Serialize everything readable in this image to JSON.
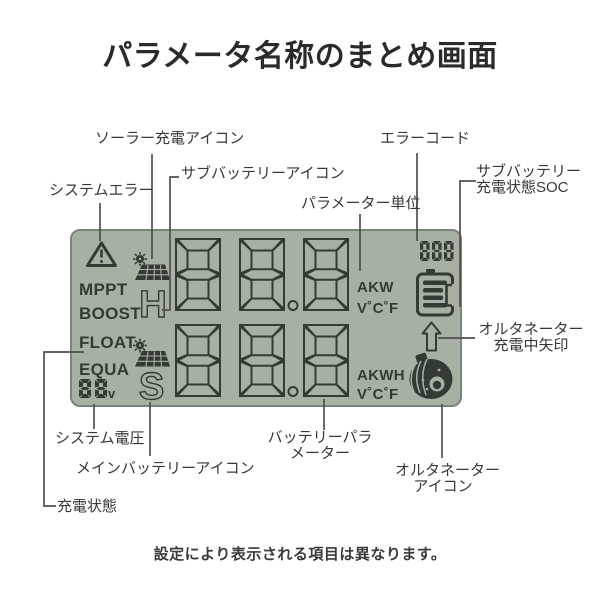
{
  "title": "パラメータ名称のまとめ画面",
  "footer": "設定により表示される項目は異なります。",
  "colors": {
    "lcd_bg": "#a7b1a3",
    "lcd_border": "#79847a",
    "lcd_dark": "#343b35",
    "leader_line": "#4f4f4f",
    "label_text": "#383838"
  },
  "labels": {
    "solar_charge_icon": "ソーラー充電アイコン",
    "sub_battery_icon": "サブバッテリーアイコン",
    "system_error": "システムエラー",
    "error_code": "エラーコード",
    "parameter_unit": "パラメーター単位",
    "sub_battery_soc_line1": "サブバッテリー",
    "sub_battery_soc_line2": "充電状態SOC",
    "alternator_arrow_line1": "オルタネーター",
    "alternator_arrow_line2": "充電中矢印",
    "system_voltage": "システム電圧",
    "main_battery_icon": "メインバッテリーアイコン",
    "battery_parameter_line1": "バッテリーパラ",
    "battery_parameter_line2": "メーター",
    "alternator_icon_line1": "オルタネーター",
    "alternator_icon_line2": "アイコン",
    "charge_state": "充電状態"
  },
  "lcd": {
    "modes": [
      "MPPT",
      "BOOST",
      "FLOAT",
      "EQUA"
    ],
    "system_voltage_digits": "88",
    "system_voltage_suffix": "v",
    "row1": {
      "prefix": "H",
      "digits": "88.8",
      "unit_top": "AKW",
      "unit_bottom": "V˚C˚F"
    },
    "row2": {
      "prefix": "S",
      "digits": "88.8",
      "unit_top": "AKWH",
      "unit_bottom": "V˚C˚F"
    },
    "error_code_digits": "888"
  },
  "icons": {
    "system_error": "warning-triangle-icon",
    "solar_charge": "solar-panel-icon",
    "sub_battery_soc": "battery-gauge-icon",
    "alternator_arrow": "up-arrow-icon",
    "alternator": "alternator-icon"
  }
}
